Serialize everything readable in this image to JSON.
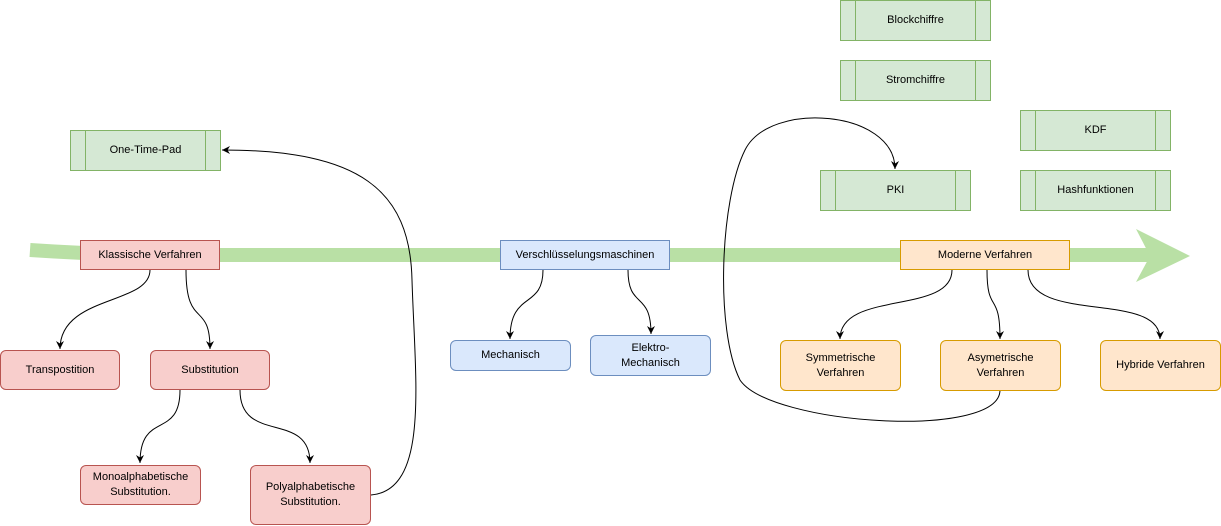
{
  "colors": {
    "timeline": "#b9e0a5",
    "edge": "#000000"
  },
  "timeline": {
    "eras": {
      "classic": "Klassische Verfahren",
      "machines": "Verschlüsselungsmaschinen",
      "modern": "Moderne Verfahren"
    }
  },
  "classic": {
    "transposition": "Transpostition",
    "substitution": "Substitution",
    "mono": "Monoalphabetische\nSubstitution.",
    "poly": "Polyalphabetische\nSubstitution.",
    "one_time_pad": "One-Time-Pad"
  },
  "machines": {
    "mechanical": "Mechanisch",
    "electro": "Elektro-\nMechanisch"
  },
  "modern": {
    "symmetric": "Symmetrische\nVerfahren",
    "asymmetric": "Asymetrische\nVerfahren",
    "hybrid": "Hybride Verfahren",
    "block_cipher": "Blockchiffre",
    "stream_cipher": "Stromchiffre",
    "kdf": "KDF",
    "pki": "PKI",
    "hash_functions": "Hashfunktionen"
  }
}
